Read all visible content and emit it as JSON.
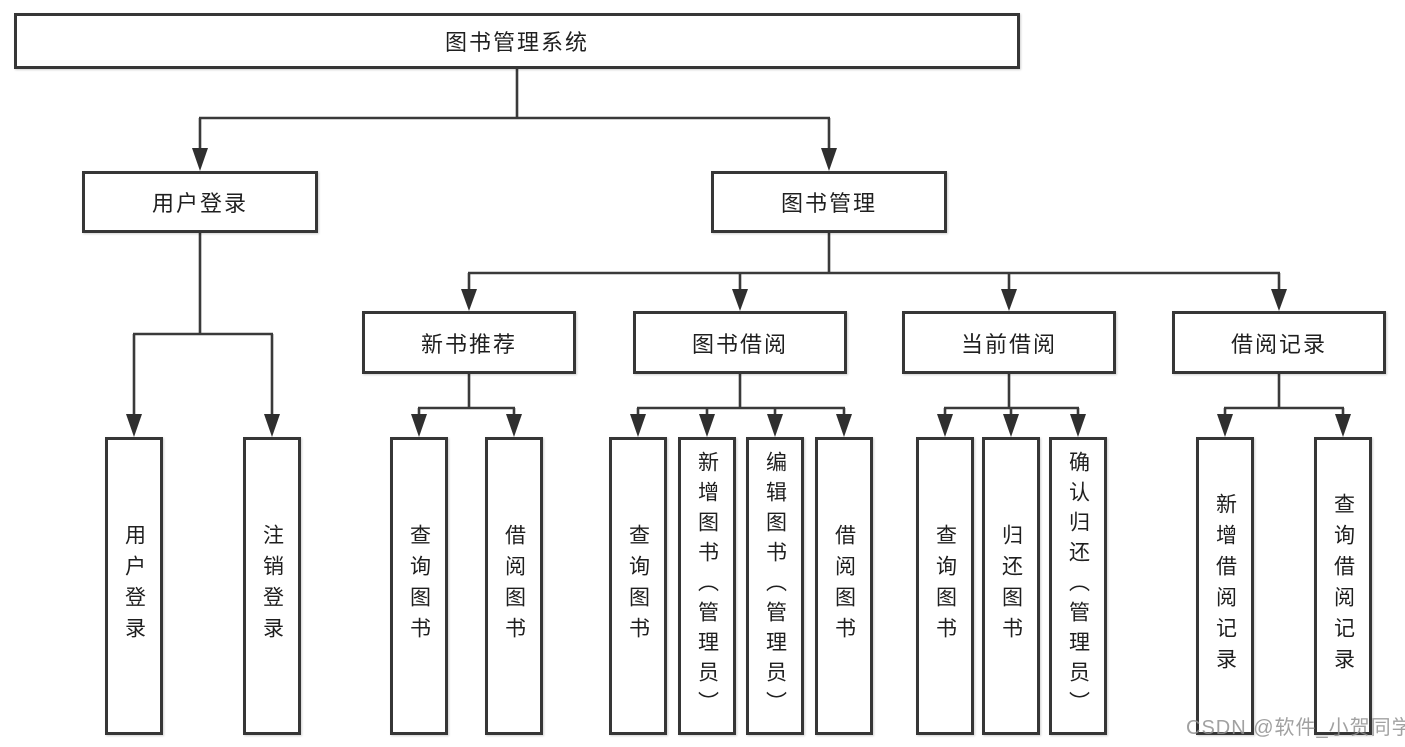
{
  "diagram": {
    "root": "图书管理系统",
    "user_branch": {
      "label": "用户登录",
      "children": [
        "用户登录",
        "注销登录"
      ]
    },
    "book_branch": {
      "label": "图书管理",
      "groups": [
        {
          "label": "新书推荐",
          "children": [
            "查询图书",
            "借阅图书"
          ]
        },
        {
          "label": "图书借阅",
          "children": [
            "查询图书",
            "新增图书（管理员）",
            "编辑图书（管理员）",
            "借阅图书"
          ]
        },
        {
          "label": "当前借阅",
          "children": [
            "查询图书",
            "归还图书",
            "确认归还（管理员）"
          ]
        },
        {
          "label": "借阅记录",
          "children": [
            "新增借阅记录",
            "查询借阅记录"
          ]
        }
      ]
    }
  },
  "watermark": "CSDN @软件_小贺同学",
  "colors": {
    "line": "#3a3a3a",
    "box_border": "#363636",
    "text": "#1f1f1f",
    "watermark": "#919191"
  }
}
